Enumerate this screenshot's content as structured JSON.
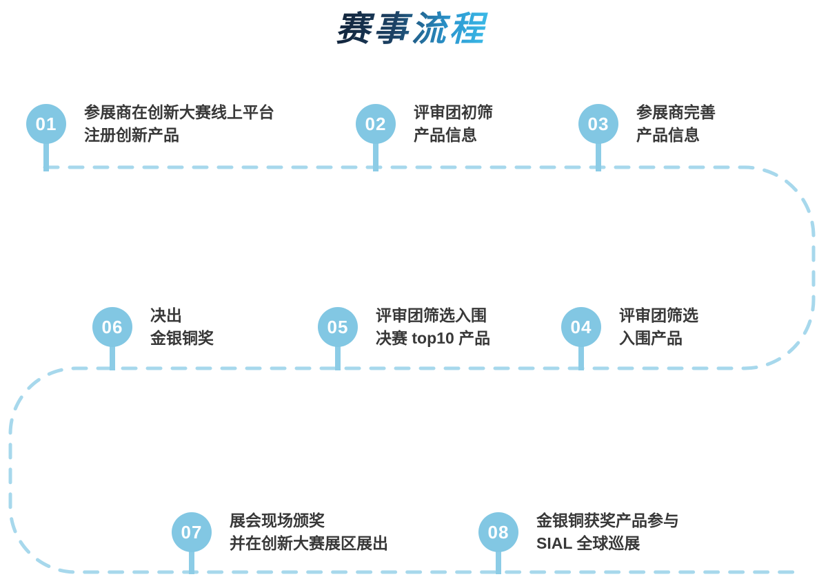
{
  "title": "赛事流程",
  "colors": {
    "circle": "#82C7E3",
    "dashed_line": "#A7D8EC",
    "label_text": "#383838",
    "title_gradient_start": "#13273F",
    "title_gradient_end": "#3FC1EC"
  },
  "steps": [
    {
      "number": "01",
      "lines": [
        "参展商在创新大赛线上平台",
        "注册创新产品"
      ]
    },
    {
      "number": "02",
      "lines": [
        "评审团初筛",
        "产品信息"
      ]
    },
    {
      "number": "03",
      "lines": [
        "参展商完善",
        "产品信息"
      ]
    },
    {
      "number": "04",
      "lines": [
        "评审团筛选",
        "入围产品"
      ]
    },
    {
      "number": "05",
      "lines": [
        "评审团筛选入围",
        "决赛 top10 产品"
      ]
    },
    {
      "number": "06",
      "lines": [
        "决出",
        "金银铜奖"
      ]
    },
    {
      "number": "07",
      "lines": [
        "展会现场颁奖",
        "并在创新大赛展区展出"
      ]
    },
    {
      "number": "08",
      "lines": [
        "金银铜获奖产品参与",
        "SIAL 全球巡展"
      ]
    }
  ]
}
